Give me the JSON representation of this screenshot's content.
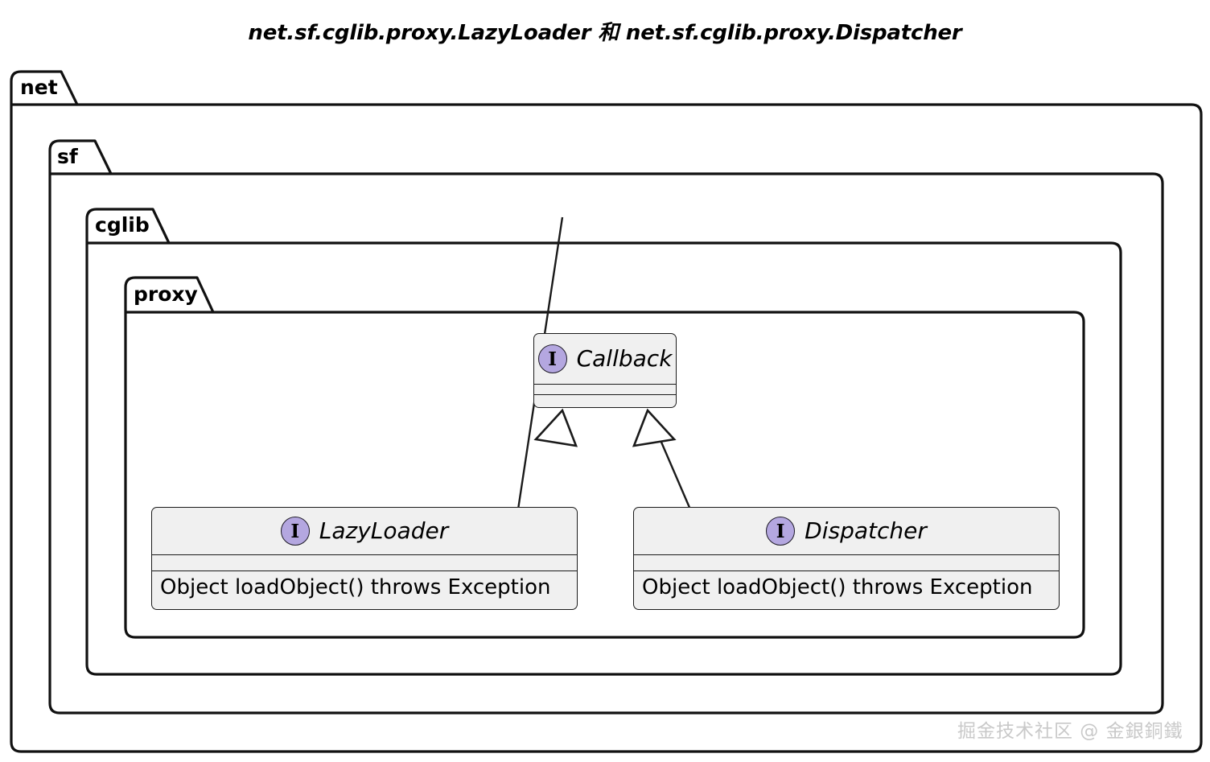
{
  "title": "net.sf.cglib.proxy.LazyLoader 和 net.sf.cglib.proxy.Dispatcher",
  "diagram": {
    "type": "uml-class-diagram",
    "notation": "UML",
    "packages": [
      {
        "name": "net",
        "label": "net"
      },
      {
        "name": "sf",
        "label": "sf"
      },
      {
        "name": "cglib",
        "label": "cglib"
      },
      {
        "name": "proxy",
        "label": "proxy"
      }
    ],
    "classes": [
      {
        "id": "callback",
        "name": "Callback",
        "stereotype": "interface",
        "icon": "interface-circle-icon",
        "icon_letter": "I",
        "attributes": [],
        "methods": []
      },
      {
        "id": "lazyloader",
        "name": "LazyLoader",
        "stereotype": "interface",
        "icon": "interface-circle-icon",
        "icon_letter": "I",
        "attributes": [],
        "methods": [
          "Object loadObject() throws Exception"
        ]
      },
      {
        "id": "dispatcher",
        "name": "Dispatcher",
        "stereotype": "interface",
        "icon": "interface-circle-icon",
        "icon_letter": "I",
        "attributes": [],
        "methods": [
          "Object loadObject() throws Exception"
        ]
      }
    ],
    "relations": [
      {
        "from": "lazyloader",
        "to": "callback",
        "type": "generalization",
        "arrow": "hollow-triangle"
      },
      {
        "from": "dispatcher",
        "to": "callback",
        "type": "generalization",
        "arrow": "hollow-triangle"
      }
    ]
  },
  "colors": {
    "interface_icon_fill": "#B4A7E0",
    "class_fill": "#F0F0F0",
    "line": "#1a1a1a",
    "background": "#ffffff",
    "watermark": "#c9c9c9"
  },
  "watermark": "掘金技术社区 @ 金銀銅鐵"
}
